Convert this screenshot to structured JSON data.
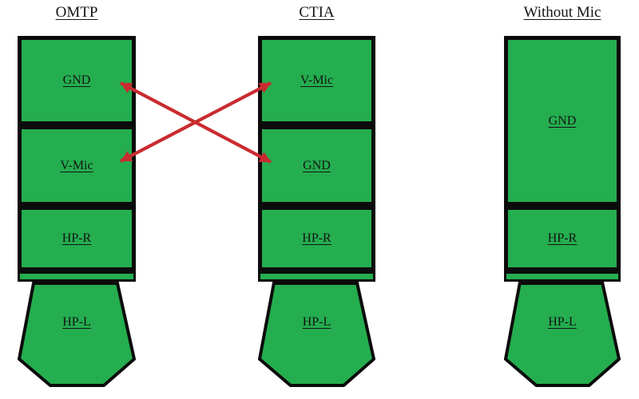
{
  "colors": {
    "background": "#ffffff",
    "green": "#24ae4f",
    "outline": "#0b0b0b",
    "arrow": "#c92b2f"
  },
  "connectors": [
    {
      "title": "OMTP",
      "segments": [
        "GND",
        "V-Mic",
        "HP-R"
      ],
      "tip_label": "HP-L"
    },
    {
      "title": "CTIA",
      "segments": [
        "V-Mic",
        "GND",
        "HP-R"
      ],
      "tip_label": "HP-L"
    },
    {
      "title": "Without Mic",
      "segments": [
        "GND",
        "HP-R"
      ],
      "tip_label": "HP-L"
    }
  ],
  "arrows": {
    "meaning": "Red double-headed arrows indicating GND and V-Mic contacts are swapped between OMTP and CTIA",
    "connections": [
      {
        "from": "OMTP GND",
        "to": "CTIA GND",
        "bidirectional": true
      },
      {
        "from": "OMTP V-Mic",
        "to": "CTIA V-Mic",
        "bidirectional": true
      }
    ]
  }
}
